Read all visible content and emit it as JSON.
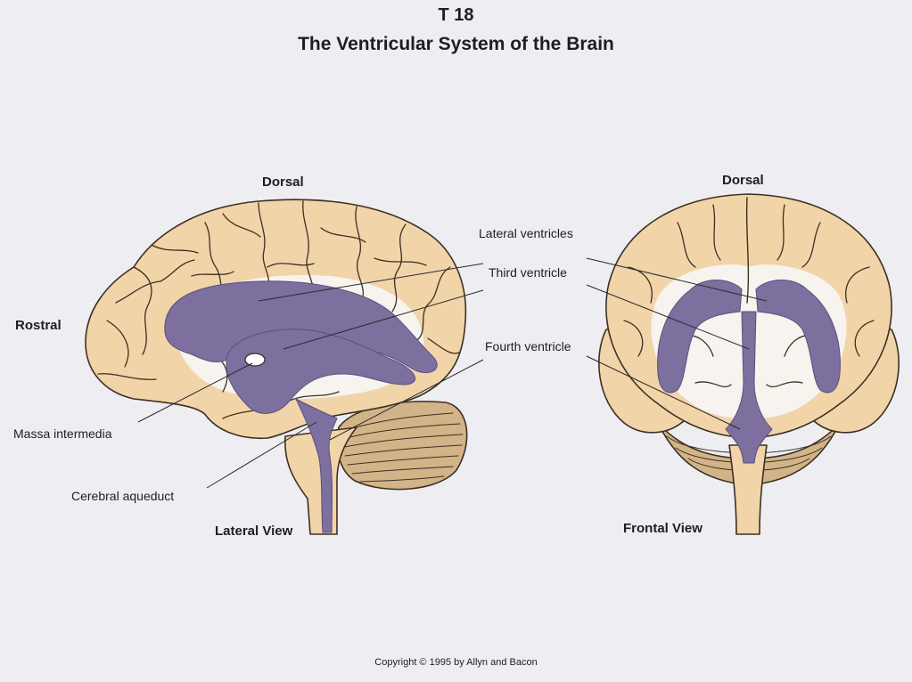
{
  "header": {
    "code": "T 18",
    "title": "The Ventricular System of the Brain"
  },
  "labels": {
    "dorsal_left": "Dorsal",
    "dorsal_right": "Dorsal",
    "rostral": "Rostral",
    "lateral_ventricles": "Lateral ventricles",
    "third_ventricle": "Third ventricle",
    "fourth_ventricle": "Fourth ventricle",
    "massa_intermedia": "Massa intermedia",
    "cerebral_aqueduct": "Cerebral aqueduct",
    "lateral_view": "Lateral View",
    "frontal_view": "Frontal View"
  },
  "footer": {
    "copyright": "Copyright © 1995 by Allyn and Bacon"
  },
  "colors": {
    "background": "#eeedf1",
    "brain_fill": "#f1d4a8",
    "brain_outline": "#3c3024",
    "ventricle_fill": "#7d6f9e",
    "white_matter": "#f7f3ee",
    "cerebellum_fill": "#d2b488"
  }
}
